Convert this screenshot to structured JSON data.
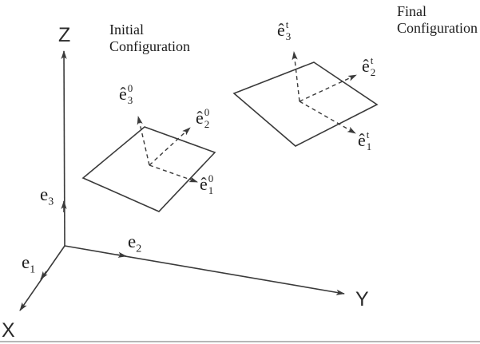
{
  "colors": {
    "line": "#3a3a3a",
    "text": "#1f1f1f",
    "bg": "#ffffff",
    "edge": "#b6b6b6"
  },
  "titles": {
    "initial": {
      "line1": "Initial",
      "line2": "Configuration"
    },
    "final": {
      "line1": "Final",
      "line2": "Configuration"
    }
  },
  "axes": {
    "x": "X",
    "y": "Y",
    "z": "Z",
    "e1": {
      "base": "e",
      "sub": "1"
    },
    "e2": {
      "base": "e",
      "sub": "2"
    },
    "e3": {
      "base": "e",
      "sub": "3"
    }
  },
  "initial_frame": {
    "e1": {
      "base": "ê",
      "sup": "0",
      "sub": "1"
    },
    "e2": {
      "base": "ê",
      "sup": "0",
      "sub": "2"
    },
    "e3": {
      "base": "ê",
      "sup": "0",
      "sub": "3"
    }
  },
  "final_frame": {
    "e1": {
      "base": "ê",
      "sup": "t",
      "sub": "1"
    },
    "e2": {
      "base": "ê",
      "sup": "t",
      "sub": "2"
    },
    "e3": {
      "base": "ê",
      "sup": "t",
      "sub": "3"
    }
  }
}
